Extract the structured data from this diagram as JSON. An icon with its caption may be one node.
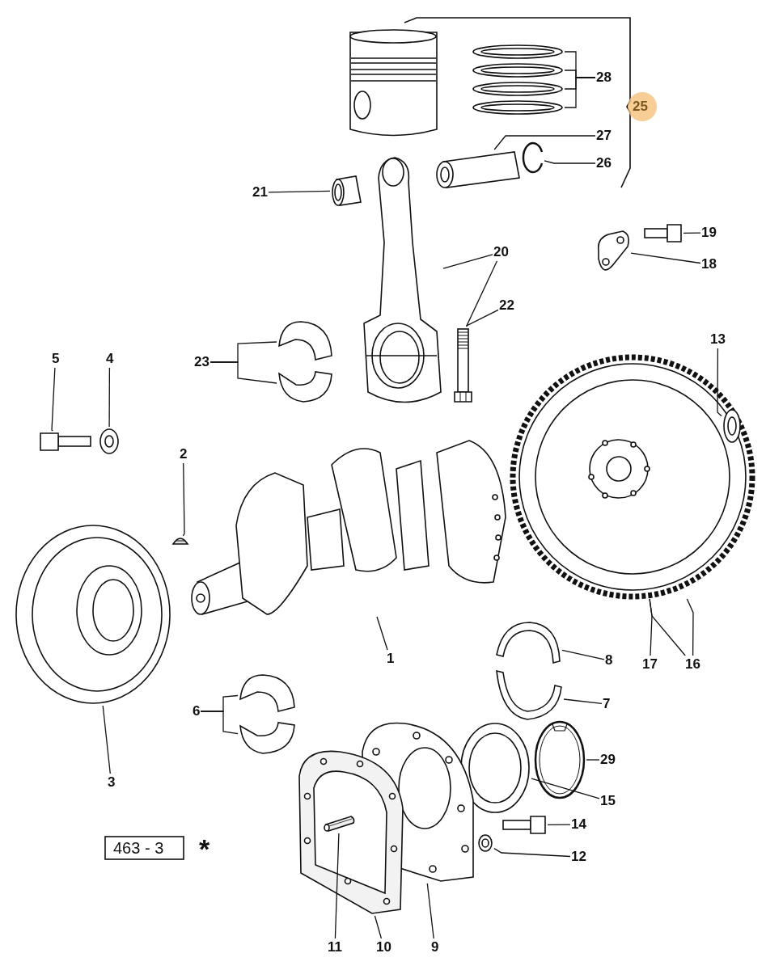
{
  "diagram": {
    "nodes": [
      {
        "text": [
          "28"
        ]
      },
      {
        "text": [
          "27"
        ]
      },
      {
        "text": [
          "26"
        ]
      },
      {
        "text": [
          "21"
        ]
      },
      {
        "text": [
          "19"
        ]
      },
      {
        "text": [
          "18"
        ]
      },
      {
        "text": [
          "20"
        ]
      },
      {
        "text": [
          "22"
        ]
      },
      {
        "text": [
          "23"
        ]
      },
      {
        "text": [
          "13"
        ]
      },
      {
        "text": [
          "5"
        ]
      },
      {
        "text": [
          "4"
        ]
      },
      {
        "text": [
          "2"
        ]
      },
      {
        "text": [
          "1"
        ]
      },
      {
        "text": [
          "8"
        ]
      },
      {
        "text": [
          "17"
        ]
      },
      {
        "text": [
          "16"
        ]
      },
      {
        "text": [
          "7"
        ]
      },
      {
        "text": [
          "6"
        ]
      },
      {
        "text": [
          "29"
        ]
      },
      {
        "text": [
          "3"
        ]
      },
      {
        "text": [
          "15"
        ]
      },
      {
        "text": [
          "14"
        ]
      },
      {
        "text": [
          "12"
        ]
      },
      {
        "text": [
          "11"
        ]
      },
      {
        "text": [
          "10"
        ]
      },
      {
        "text": [
          "9"
        ]
      },
      {
        "text": [],
        "shape": "picture"
      },
      {
        "text": [],
        "shape": "picture"
      },
      {
        "text": [],
        "shape": "picture"
      },
      {
        "text": [],
        "shape": "picture"
      },
      {
        "text": [],
        "shape": "picture"
      },
      {
        "text": [],
        "shape": "picture"
      },
      {
        "text": [],
        "shape": "picture"
      },
      {
        "text": [],
        "shape": "picture"
      },
      {
        "text": [],
        "shape": "picture"
      },
      {
        "text": [],
        "shape": "picture"
      },
      {
        "text": [],
        "shape": "picture"
      },
      {
        "text": [],
        "shape": "picture"
      },
      {
        "text": [],
        "shape": "picture"
      },
      {
        "text": [],
        "shape": "picture",
        "in": 43
      },
      {
        "text": [],
        "shape": "picture"
      },
      {
        "text": [],
        "shape": "picture"
      },
      {
        "text": [],
        "shape": "picture"
      },
      {
        "text": [],
        "shape": "picture"
      },
      {
        "text": [],
        "shape": "picture"
      },
      {
        "text": [],
        "shape": "picture"
      },
      {
        "text": [],
        "shape": "picture"
      },
      {
        "text": [],
        "shape": "picture"
      },
      {
        "text": [],
        "shape": "picture"
      },
      {
        "text": [],
        "shape": "picture"
      },
      {
        "text": [],
        "shape": "picture"
      },
      {
        "text": [],
        "shape": "picture"
      },
      {
        "text": [],
        "shape": "picture"
      },
      {
        "text": [],
        "shape": "picture"
      },
      {
        "text": [],
        "shape": "picture",
        "in": 56
      },
      {
        "text": [],
        "shape": "picture"
      },
      {
        "text": [],
        "shape": "picture"
      }
    ],
    "edges": [
      {
        "from": 0,
        "to": 27,
        "arrow": "none"
      },
      {
        "from": 0,
        "to": 28,
        "arrow": "none"
      },
      {
        "from": 0,
        "to": 29,
        "arrow": "none"
      },
      {
        "from": 0,
        "to": 30,
        "arrow": "none"
      },
      {
        "from": 1,
        "to": 31,
        "arrow": "none"
      },
      {
        "from": 2,
        "to": 32,
        "arrow": "none"
      },
      {
        "from": 3,
        "to": 33,
        "arrow": "none"
      },
      {
        "from": 4,
        "to": 34,
        "arrow": "none"
      },
      {
        "from": 5,
        "to": 35,
        "arrow": "none"
      },
      {
        "from": 6,
        "to": 36,
        "arrow": "none"
      },
      {
        "from": 6,
        "to": 37,
        "arrow": "none"
      },
      {
        "from": 7,
        "to": 37,
        "arrow": "none"
      },
      {
        "from": 8,
        "to": 38,
        "arrow": "none"
      },
      {
        "from": 8,
        "to": 39,
        "arrow": "none"
      },
      {
        "from": 9,
        "to": 40,
        "arrow": "none"
      },
      {
        "from": 10,
        "to": 41,
        "arrow": "none"
      },
      {
        "from": 11,
        "to": 42,
        "arrow": "none"
      },
      {
        "from": 12,
        "to": 44,
        "arrow": "none"
      },
      {
        "from": 13,
        "to": 45,
        "arrow": "none"
      },
      {
        "from": 14,
        "to": 47,
        "arrow": "none"
      },
      {
        "from": 15,
        "to": 43,
        "arrow": "none"
      },
      {
        "from": 16,
        "to": 43,
        "arrow": "none"
      },
      {
        "from": 16,
        "to": 43,
        "arrow": "none"
      },
      {
        "from": 17,
        "to": 48,
        "arrow": "none"
      },
      {
        "from": 18,
        "to": 49,
        "arrow": "none"
      },
      {
        "from": 18,
        "to": 50,
        "arrow": "none"
      },
      {
        "from": 19,
        "to": 51,
        "arrow": "none"
      },
      {
        "from": 20,
        "to": 46,
        "arrow": "none"
      },
      {
        "from": 21,
        "to": 52,
        "arrow": "none"
      },
      {
        "from": 22,
        "to": 53,
        "arrow": "none"
      },
      {
        "from": 23,
        "to": 54,
        "arrow": "none"
      },
      {
        "from": 24,
        "to": 55,
        "arrow": "none"
      },
      {
        "from": 25,
        "to": 56,
        "arrow": "none"
      },
      {
        "from": 26,
        "to": 57,
        "arrow": "none"
      }
    ],
    "labels": [
      "25",
      "463 - 3",
      "*"
    ]
  }
}
